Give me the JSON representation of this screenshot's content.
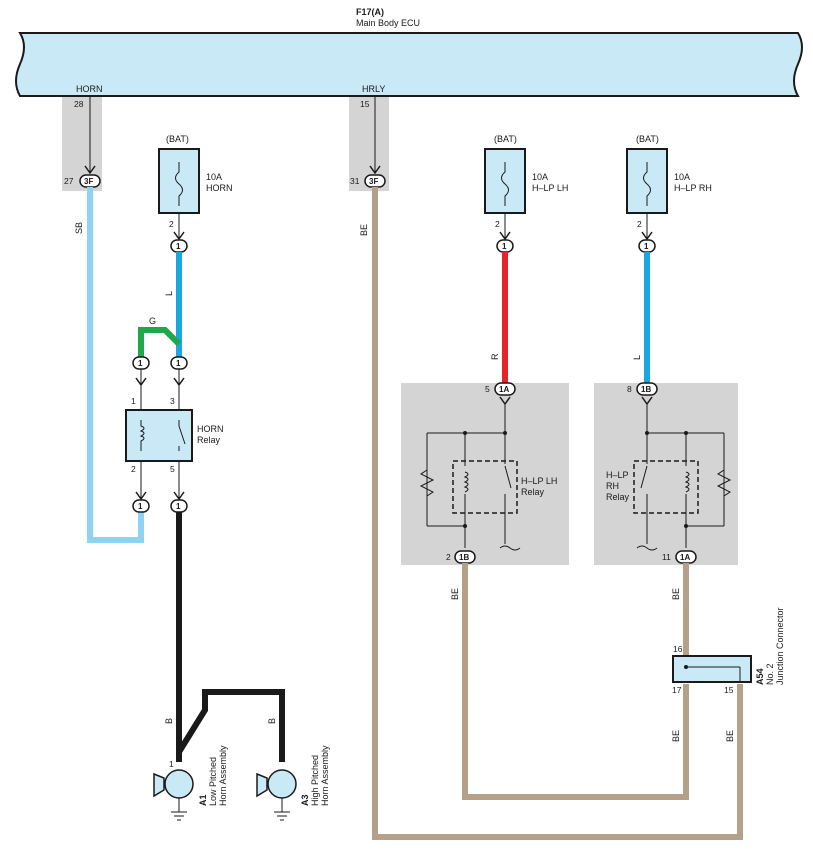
{
  "ecu": {
    "id": "F17(A)",
    "name": "Main Body ECU",
    "terminal_horn": "HORN",
    "terminal_hrly": "HRLY"
  },
  "colors": {
    "ecu_fill": "#c9e9f7",
    "gray_box": "#d4d4d4",
    "component_fill": "#c9e9f7",
    "wire_sb": "#8fd3f2",
    "wire_l": "#1ba6e0",
    "wire_g": "#1fa84a",
    "wire_r": "#e8242a",
    "wire_b": "#1a1a1a",
    "wire_be": "#b5a18a"
  },
  "pins": {
    "ecu_horn": "28",
    "ecu_hrly": "15",
    "j_horn_pin": "27",
    "j_horn_conn": "3F",
    "j_hrly_pin": "31",
    "j_hrly_conn": "3F",
    "fuse_pin": "2",
    "relay_pin1": "1",
    "relay_pin3": "3",
    "relay_pin2": "2",
    "relay_pin5": "5",
    "conn_1": "1",
    "lh_in_pin": "5",
    "lh_in_conn": "1A",
    "rh_in_pin": "8",
    "rh_in_conn": "1B",
    "lh_out_pin": "2",
    "lh_out_conn": "1B",
    "rh_out_pin": "11",
    "rh_out_conn": "1A",
    "jc_16": "16",
    "jc_17": "17",
    "jc_15": "15",
    "horn_pin": "1"
  },
  "fuses": [
    {
      "source": "(BAT)",
      "rating": "10A",
      "name": "HORN"
    },
    {
      "source": "(BAT)",
      "rating": "10A",
      "name": "H–LP LH"
    },
    {
      "source": "(BAT)",
      "rating": "10A",
      "name": "H–LP RH"
    }
  ],
  "wires": {
    "sb": "SB",
    "l": "L",
    "g": "G",
    "r": "R",
    "b": "B",
    "be": "BE"
  },
  "relays": {
    "horn": {
      "line1": "HORN",
      "line2": "Relay"
    },
    "hlp_lh": {
      "line1": "H–LP LH",
      "line2": "Relay"
    },
    "hlp_rh": {
      "line1": "H–LP",
      "line2": "RH",
      "line3": "Relay"
    }
  },
  "junction": {
    "id": "A54",
    "line1": "No. 2",
    "line2": "Junction Connector"
  },
  "horns": [
    {
      "id": "A1",
      "line1": "Low Pitched",
      "line2": "Horn Assembly"
    },
    {
      "id": "A3",
      "line1": "High Pitched",
      "line2": "Horn Assembly"
    }
  ]
}
